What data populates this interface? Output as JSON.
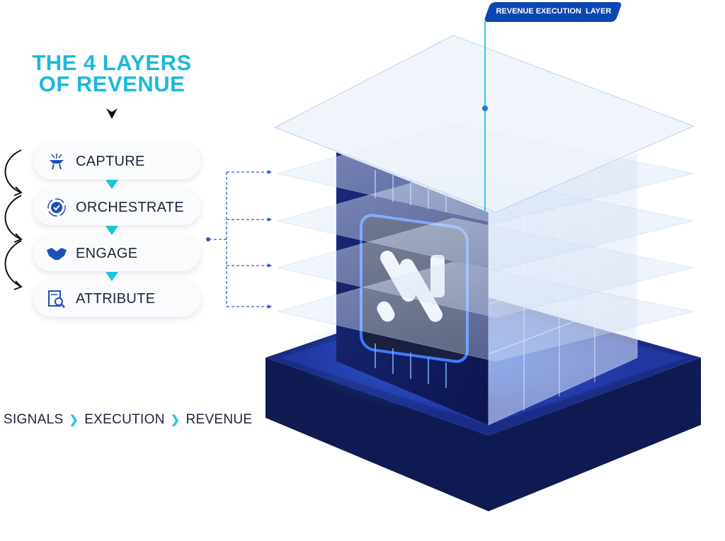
{
  "title": {
    "line1": "THE 4 LAYERS",
    "line2": "OF REVENUE"
  },
  "layers": [
    {
      "label": "CAPTURE",
      "icon": "funnel-icon"
    },
    {
      "label": "ORCHESTRATE",
      "icon": "gear-check-icon"
    },
    {
      "label": "ENGAGE",
      "icon": "handshake-icon"
    },
    {
      "label": "ATTRIBUTE",
      "icon": "report-search-icon"
    }
  ],
  "flow": {
    "step1": "SIGNALS",
    "step2": "EXECUTION",
    "step3": "REVENUE"
  },
  "tag": {
    "label": "REVENUE EXECUTION  LAYER"
  },
  "colors": {
    "accent": "#1cb8dc",
    "brand": "#0a47b0",
    "navy": "#1d2240"
  }
}
